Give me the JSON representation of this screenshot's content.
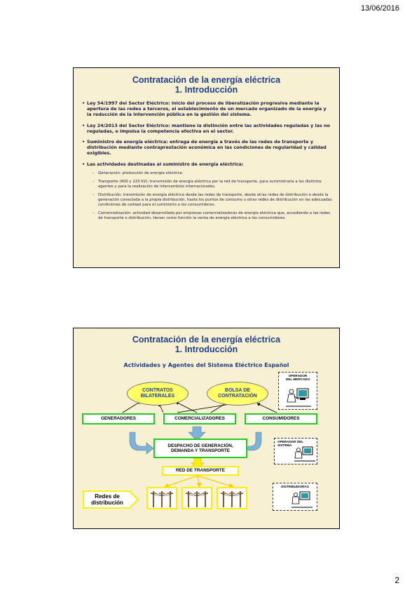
{
  "page": {
    "date": "13/06/2016",
    "number": "2"
  },
  "slide1": {
    "title_line1": "Contratación de la energía eléctrica",
    "title_line2": "1. Introducción",
    "bullets": [
      "Ley 54/1997 del Sector Eléctrico: inicio del proceso de liberalización progresiva mediante la apertura de las redes a terceros, el establecimiento de un mercado organizado de la energía y la reducción de la intervención pública en la gestión del sistema.",
      "Ley 24/2013 del Sector Eléctrico: mantiene la distinción entre las actividades reguladas y las no reguladas, e impulsa la competencia efectiva en el sector.",
      "Suministro de energía eléctrica: entrega de energía a través de las redes de transporte y distribución mediante contraprestación económica en las condiciones de regularidad y calidad exigibles.",
      "Las actividades destinadas al suministro de energía eléctrica:"
    ],
    "sub_bullets": [
      "Generación: producción de energía eléctrica.",
      "Transporte (400 y 220 kV): transmisión de energía eléctrica por la red de transporte, para suministrarla a los distintos agentes y para la realización de intercambios internacionales.",
      "Distribución: transmisión de energía eléctrica desde las redes de transporte, desde otras redes de distribución o desde la generación conectada a la propia distribución, hasta los puntos de consumo u otras redes de distribución en las adecuadas condiciones de calidad para el suministro a los consumidores.",
      "Comercialización: actividad desarrollada por empresas comercializadoras de energía eléctrica que, accediendo a las redes de transporte o distribución, tienen como función la venta de energía eléctrica a los consumidores."
    ]
  },
  "slide2": {
    "title_line1": "Contratación de la energía eléctrica",
    "title_line2": "1. Introducción",
    "subtitle": "Actividades y Agentes del Sistema Eléctrico Español",
    "contratos_l1": "CONTRATOS",
    "contratos_l2": "BILATERALES",
    "bolsa_l1": "BOLSA DE",
    "bolsa_l2": "CONTRATACIÓN",
    "operador_mercado_l1": "OPERADOR",
    "operador_mercado_l2": "DEL MERCADO",
    "generadores": "GENERADORES",
    "comercializadores": "COMERCIALIZADORES",
    "consumidores": "CONSUMIDORES",
    "despacho_l1": "DESPACHO DE GENERACIÓN,",
    "despacho_l2": "DEMANDA Y TRANSPORTE",
    "operador_sistema_l1": "OPERADOR DEL",
    "operador_sistema_l2": "SISTEMA",
    "red_transporte": "RED DE TRANSPORTE",
    "distribuidoras": "DISTRIBUIDORAS",
    "redes_l1": "Redes de",
    "redes_l2": "distribución"
  },
  "colors": {
    "title": "#1f3f8c",
    "slide_bg": "#f7f0d2",
    "green_border": "#22cc22",
    "yellow": "#ffff66",
    "arrow_blue": "#7fb3d5"
  }
}
